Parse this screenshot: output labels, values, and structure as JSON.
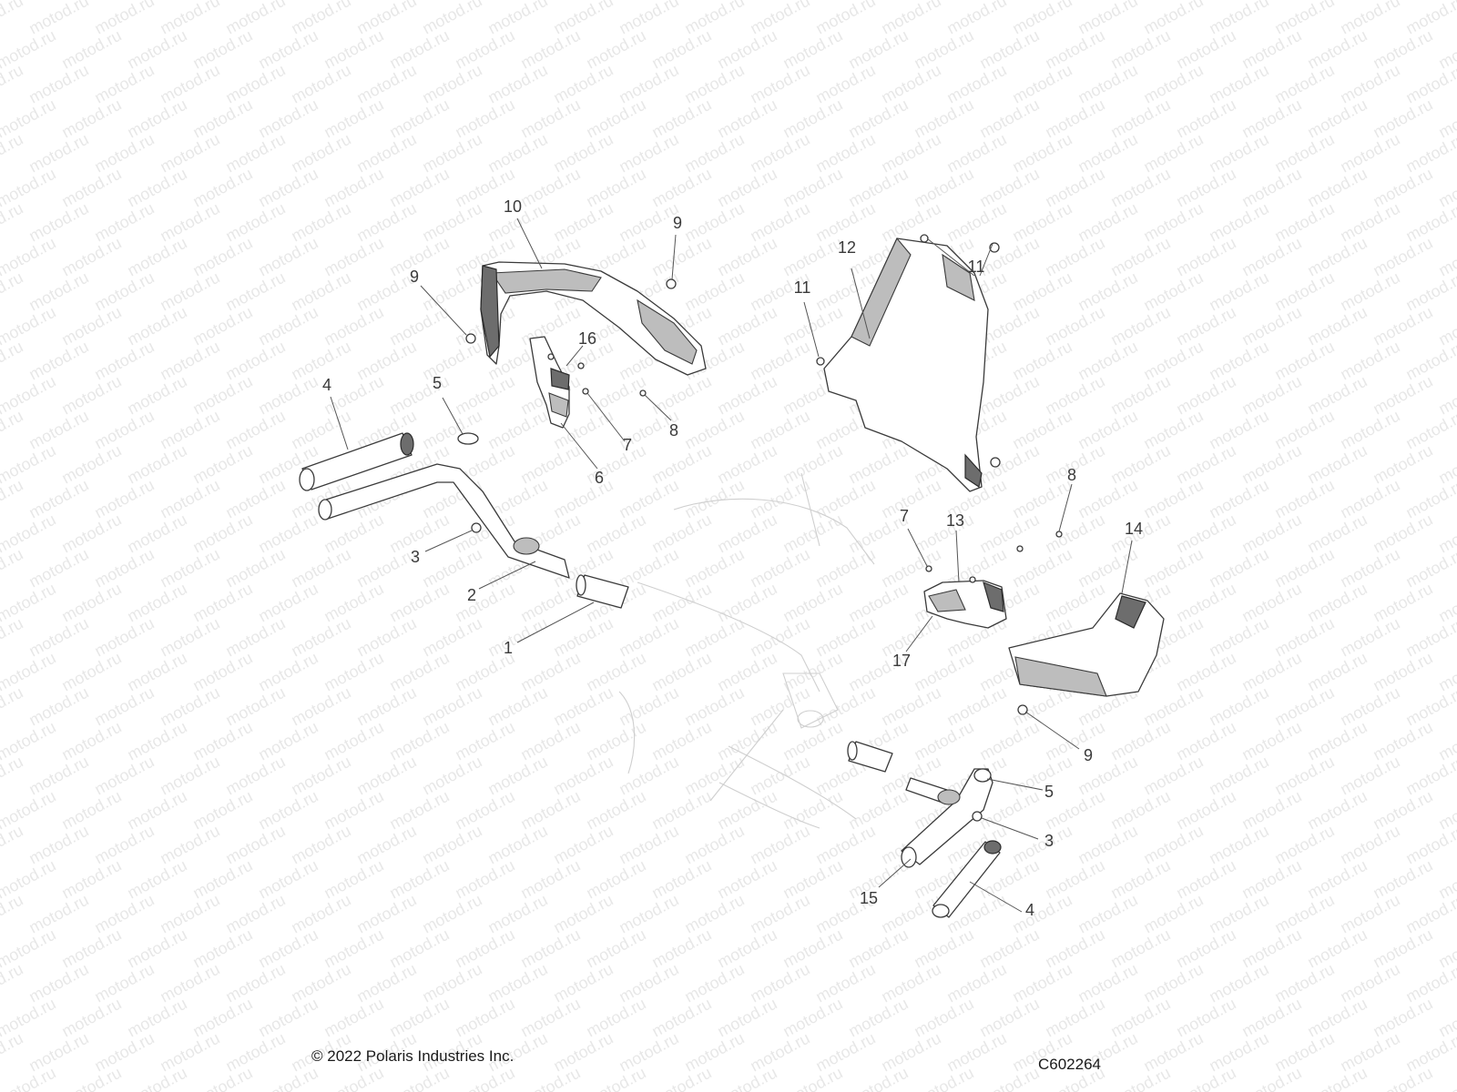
{
  "watermark": {
    "text": "motod.ru"
  },
  "footer": {
    "copyright": "© 2022 Polaris Industries Inc.",
    "drawing_number": "C602264"
  },
  "callouts": [
    {
      "id": "c10a",
      "label": "10"
    },
    {
      "id": "c9a",
      "label": "9"
    },
    {
      "id": "c9b",
      "label": "9"
    },
    {
      "id": "c16",
      "label": "16"
    },
    {
      "id": "c4a",
      "label": "4"
    },
    {
      "id": "c5a",
      "label": "5"
    },
    {
      "id": "c7a",
      "label": "7"
    },
    {
      "id": "c8a",
      "label": "8"
    },
    {
      "id": "c6",
      "label": "6"
    },
    {
      "id": "c3a",
      "label": "3"
    },
    {
      "id": "c2",
      "label": "2"
    },
    {
      "id": "c1",
      "label": "1"
    },
    {
      "id": "c12",
      "label": "12"
    },
    {
      "id": "c11a",
      "label": "11"
    },
    {
      "id": "c11b",
      "label": "11"
    },
    {
      "id": "c8b",
      "label": "8"
    },
    {
      "id": "c7b",
      "label": "7"
    },
    {
      "id": "c13",
      "label": "13"
    },
    {
      "id": "c14",
      "label": "14"
    },
    {
      "id": "c17",
      "label": "17"
    },
    {
      "id": "c9c",
      "label": "9"
    },
    {
      "id": "c5b",
      "label": "5"
    },
    {
      "id": "c3b",
      "label": "3"
    },
    {
      "id": "c15",
      "label": "15"
    },
    {
      "id": "c4b",
      "label": "4"
    }
  ]
}
